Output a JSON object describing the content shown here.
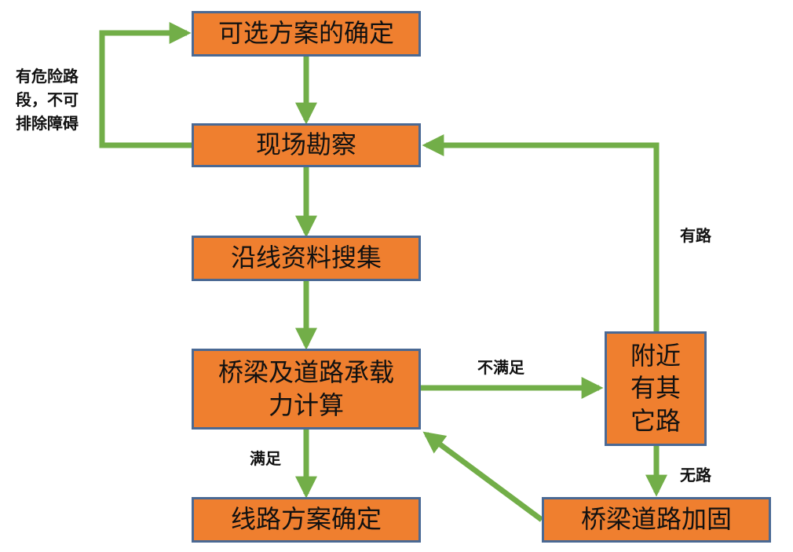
{
  "colors": {
    "node_fill": "#ef7f2f",
    "node_border": "#4a6994",
    "arrow": "#72ae48",
    "text": "#111111"
  },
  "nodes": {
    "select_options": "可选方案的确定",
    "site_survey": "现场勘察",
    "collect_data": "沿线资料搜集",
    "bearing_calc_line1": "桥梁及道路承载",
    "bearing_calc_line2": "力计算",
    "other_route_line1": "附近",
    "other_route_line2": "有其",
    "other_route_line3": "它路",
    "route_confirm": "线路方案确定",
    "reinforce": "桥梁道路加固"
  },
  "edge_labels": {
    "hazard_line1": "有危险路",
    "hazard_line2": "段，不可",
    "hazard_line3": "排除障碍",
    "has_route": "有路",
    "not_satisfied": "不满足",
    "satisfied": "满足",
    "no_route": "无路"
  }
}
